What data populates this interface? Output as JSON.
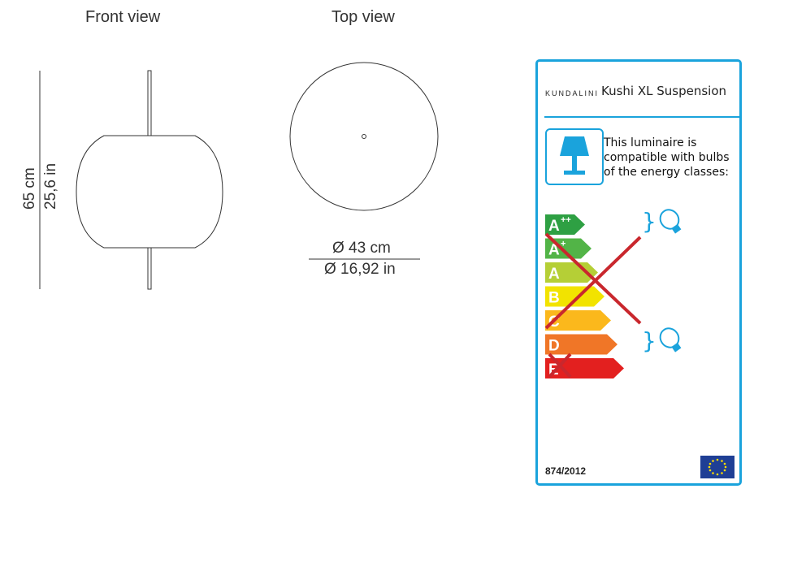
{
  "front_view": {
    "title": "Front view",
    "height_cm": "65 cm",
    "height_in": "25,6 in"
  },
  "top_view": {
    "title": "Top view",
    "diameter_cm": "Ø 43 cm",
    "diameter_in": "Ø 16,92 in"
  },
  "energy_label": {
    "brand": "KUNDALINI",
    "product": "Kushi XL Suspension",
    "compat_text": "This luminaire is compatible with bulbs of the energy classes:",
    "regulation": "874/2012",
    "classes": [
      {
        "letter": "A",
        "sup": "++",
        "color": "#2ea043"
      },
      {
        "letter": "A",
        "sup": "+",
        "color": "#52b447"
      },
      {
        "letter": "A",
        "sup": "",
        "color": "#b5cf36"
      },
      {
        "letter": "B",
        "sup": "",
        "color": "#f2e300"
      },
      {
        "letter": "C",
        "sup": "",
        "color": "#fbb81c"
      },
      {
        "letter": "D",
        "sup": "",
        "color": "#f07627"
      },
      {
        "letter": "E",
        "sup": "",
        "color": "#e3201f"
      }
    ],
    "accent_color": "#1aa3dc",
    "cross_color": "#c9272d"
  }
}
